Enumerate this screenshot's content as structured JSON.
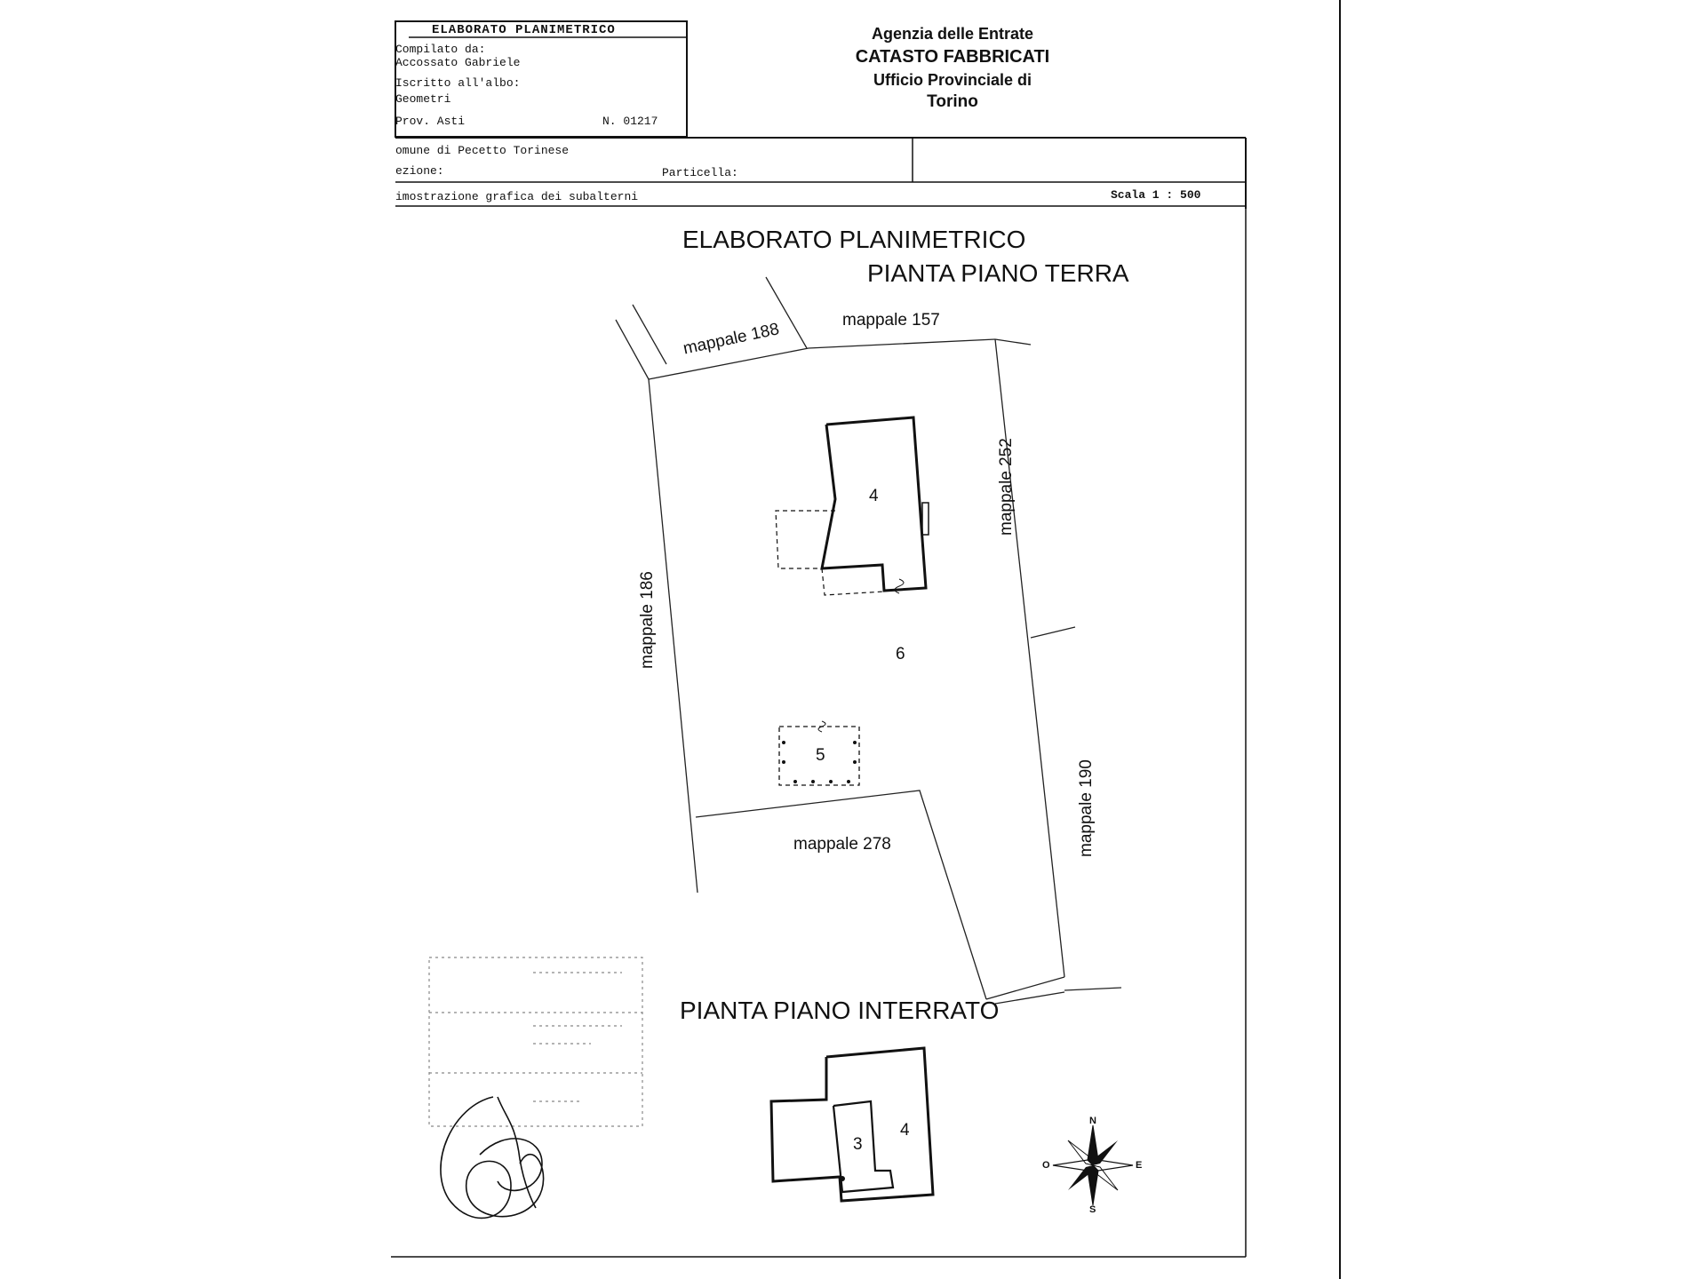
{
  "header": {
    "box_title": "ELABORATO PLANIMETRICO",
    "compilato_label": "Compilato da:",
    "compilato_name": "Accossato Gabriele",
    "iscritto_label": "Iscritto all'albo:",
    "iscritto_value": "Geometri",
    "prov": "Prov. Asti",
    "numero": "N. 01217",
    "comune": "omune di Pecetto Torinese",
    "sezione": "ezione:",
    "particella": "Particella:",
    "dimostrazione": "imostrazione grafica dei subalterni",
    "scala": "Scala 1 : 500"
  },
  "agency": {
    "line1": "Agenzia delle Entrate",
    "line2": "CATASTO FABBRICATI",
    "line3": "Ufficio Provinciale di",
    "line4": "Torino"
  },
  "plan": {
    "title": "ELABORATO PLANIMETRICO",
    "ground_floor": "PIANTA PIANO TERRA",
    "basement": "PIANTA PIANO INTERRATO",
    "mappali": {
      "m157": "mappale 157",
      "m188": "mappale 188",
      "m252": "mappale 252",
      "m186": "mappale 186",
      "m190": "mappale 190",
      "m278": "mappale 278"
    },
    "units": {
      "u4_ground": "4",
      "u6": "6",
      "u5": "5",
      "u3": "3",
      "u4_basement": "4"
    }
  },
  "compass": {
    "n": "N",
    "s": "S",
    "e": "E",
    "o": "O"
  },
  "colors": {
    "ink": "#111111",
    "paper": "#ffffff"
  }
}
